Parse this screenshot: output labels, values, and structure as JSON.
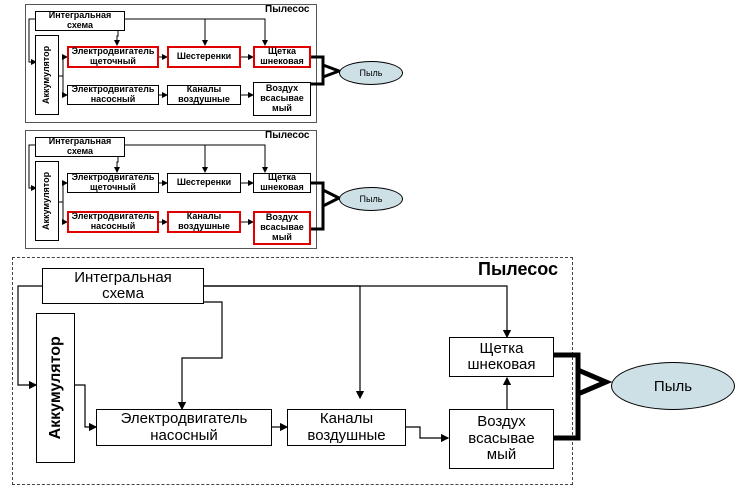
{
  "diagram1": {
    "title": "Пылесос",
    "integral": "Интегральная\nсхема",
    "battery": "Аккумулятор",
    "motor_brush": "Электродвигатель\nщеточный",
    "gears": "Шестеренки",
    "brush": "Щетка\nшнековая",
    "motor_pump": "Электродвигатель\nнасосный",
    "channels": "Каналы\nвоздушные",
    "air": "Воздух\nвсасывае\nмый",
    "dust": "Пыль",
    "highlighted": [
      "motor_brush",
      "gears",
      "brush"
    ]
  },
  "diagram2": {
    "title": "Пылесос",
    "integral": "Интегральная\nсхема",
    "battery": "Аккумулятор",
    "motor_brush": "Электродвигатель\nщеточный",
    "gears": "Шестеренки",
    "brush": "Щетка\nшнековая",
    "motor_pump": "Электродвигатель\nнасосный",
    "channels": "Каналы\nвоздушные",
    "air": "Воздух\nвсасывае\nмый",
    "dust": "Пыль",
    "highlighted": [
      "motor_pump",
      "channels",
      "air"
    ]
  },
  "diagram3": {
    "title": "Пылесос",
    "integral": "Интегральная\nсхема",
    "battery": "Аккумулятор",
    "brush": "Щетка\nшнековая",
    "motor_pump": "Электродвигатель\nнасосный",
    "channels": "Каналы\nвоздушные",
    "air": "Воздух\nвсасывае\nмый",
    "dust": "Пыль"
  },
  "colors": {
    "highlight": "#e00000",
    "ellipse_fill": "#cce0e6"
  }
}
